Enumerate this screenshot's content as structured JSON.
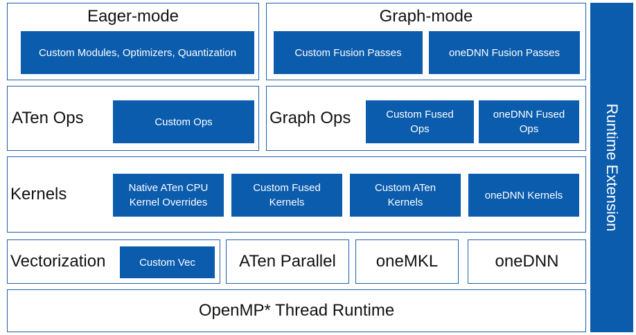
{
  "eager_mode": {
    "title": "Eager-mode",
    "items": [
      "Custom Modules, Optimizers, Quantization"
    ]
  },
  "graph_mode": {
    "title": "Graph-mode",
    "items": [
      "Custom Fusion Passes",
      "oneDNN Fusion Passes"
    ]
  },
  "aten_ops": {
    "title": "ATen Ops",
    "items": [
      "Custom Ops"
    ]
  },
  "graph_ops": {
    "title": "Graph Ops",
    "items": [
      "Custom Fused Ops",
      "oneDNN Fused Ops"
    ]
  },
  "kernels": {
    "title": "Kernels",
    "items": [
      "Native ATen CPU Kernel Overrides",
      "Custom Fused Kernels",
      "Custom ATen Kernels",
      "oneDNN Kernels"
    ]
  },
  "vectorization": {
    "title": "Vectorization",
    "items": [
      "Custom Vec"
    ]
  },
  "aten_parallel": "ATen Parallel",
  "onemkl": "oneMKL",
  "onednn": "oneDNN",
  "openmp": "OpenMP* Thread Runtime",
  "runtime_extension": "Runtime Extension",
  "colors": {
    "box_fill": "#0b5cad",
    "border": "#1f5ea8",
    "text": "#111111"
  }
}
